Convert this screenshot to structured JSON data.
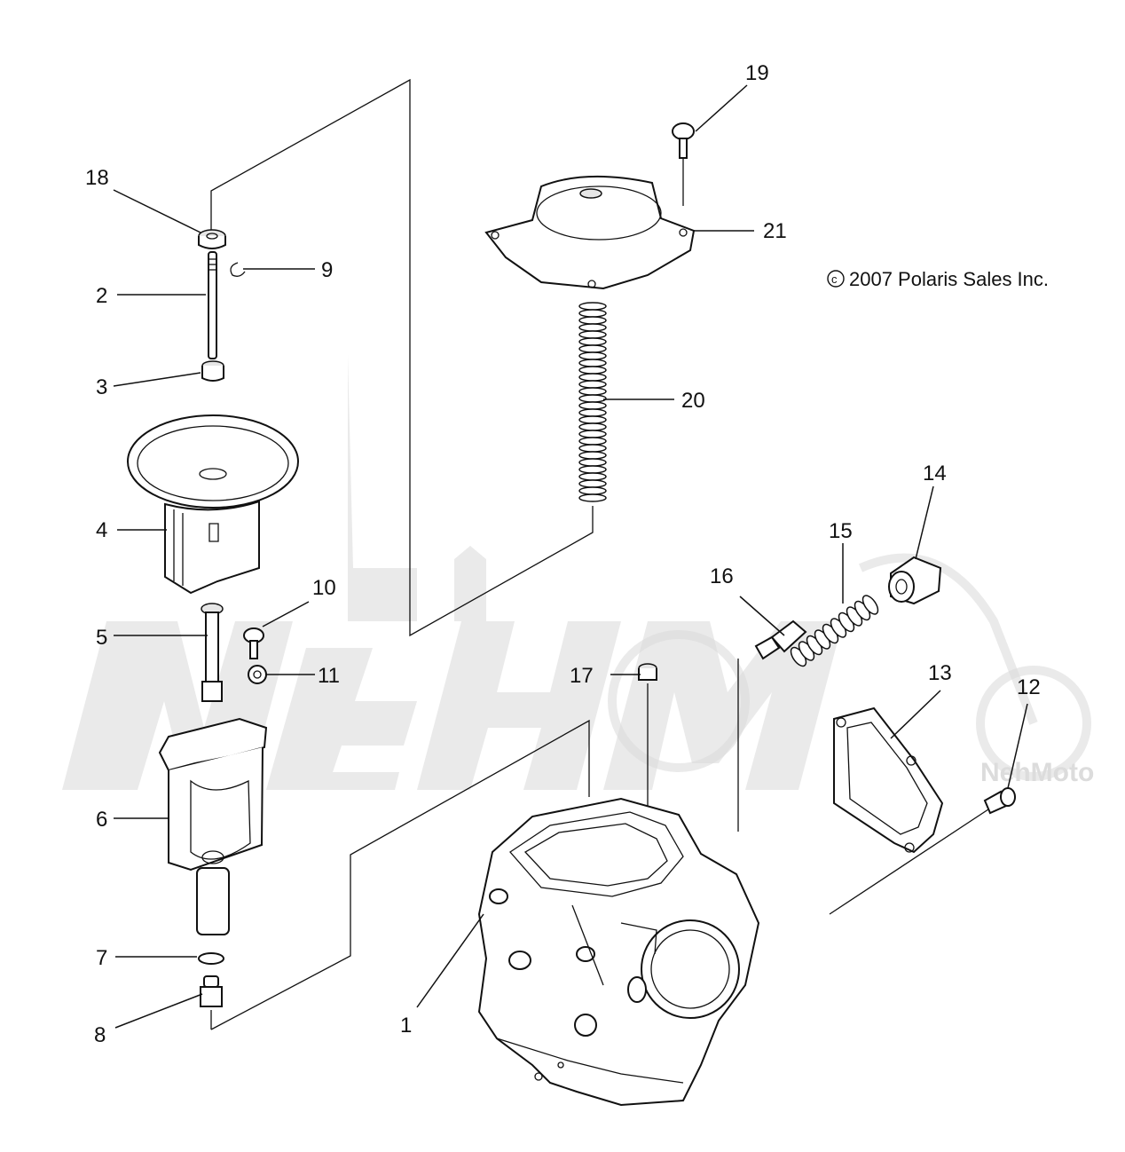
{
  "diagram": {
    "copyright_symbol": "c",
    "copyright_text": "2007 Polaris Sales Inc.",
    "watermark_text": "NehMoto",
    "callouts": {
      "c1": "1",
      "c2": "2",
      "c3": "3",
      "c4": "4",
      "c5": "5",
      "c6": "6",
      "c7": "7",
      "c8": "8",
      "c9": "9",
      "c10": "10",
      "c11": "11",
      "c12": "12",
      "c13": "13",
      "c14": "14",
      "c15": "15",
      "c16": "16",
      "c17": "17",
      "c18": "18",
      "c19": "19",
      "c20": "20",
      "c21": "21"
    }
  }
}
